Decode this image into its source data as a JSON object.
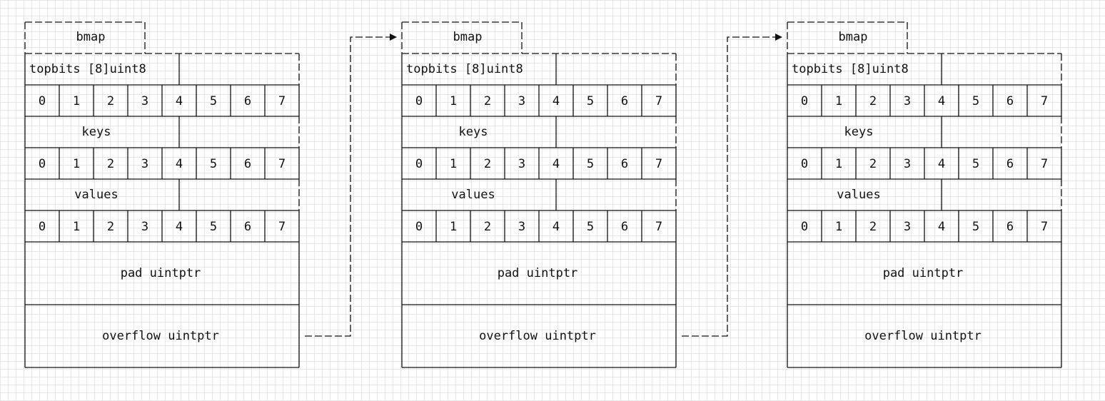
{
  "buckets": [
    {
      "bmap": "bmap",
      "topbits": "topbits [8]uint8",
      "keys": "keys",
      "values": "values",
      "slots": [
        "0",
        "1",
        "2",
        "3",
        "4",
        "5",
        "6",
        "7"
      ],
      "pad": "pad uintptr",
      "overflow": "overflow uintptr"
    },
    {
      "bmap": "bmap",
      "topbits": "topbits [8]uint8",
      "keys": "keys",
      "values": "values",
      "slots": [
        "0",
        "1",
        "2",
        "3",
        "4",
        "5",
        "6",
        "7"
      ],
      "pad": "pad uintptr",
      "overflow": "overflow uintptr"
    },
    {
      "bmap": "bmap",
      "topbits": "topbits [8]uint8",
      "keys": "keys",
      "values": "values",
      "slots": [
        "0",
        "1",
        "2",
        "3",
        "4",
        "5",
        "6",
        "7"
      ],
      "pad": "pad uintptr",
      "overflow": "overflow uintptr"
    }
  ],
  "links": [
    {
      "from": 0,
      "to": 1
    },
    {
      "from": 1,
      "to": 2
    }
  ],
  "colors": {
    "stroke": "#111111",
    "text": "#111111",
    "grid": "#e6e6e6"
  }
}
